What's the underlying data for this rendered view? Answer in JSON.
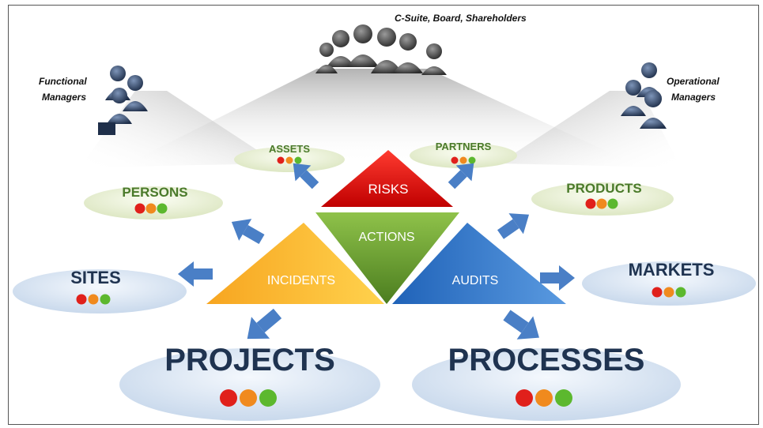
{
  "audiences": {
    "top": "C-Suite, Board, Shareholders",
    "left_line1": "Functional",
    "left_line2": "Managers",
    "right_line1": "Operational",
    "right_line2": "Managers"
  },
  "triangles": {
    "risks": "RISKS",
    "actions": "ACTIONS",
    "incidents": "INCIDENTS",
    "audits": "AUDITS"
  },
  "nodes": {
    "assets": "ASSETS",
    "partners": "PARTNERS",
    "persons": "PERSONS",
    "products": "PRODUCTS",
    "sites": "SITES",
    "markets": "MARKETS",
    "projects": "PROJECTS",
    "processes": "PROCESSES"
  },
  "status_colors": [
    "#e0201b",
    "#f08a1e",
    "#5cb82e"
  ]
}
